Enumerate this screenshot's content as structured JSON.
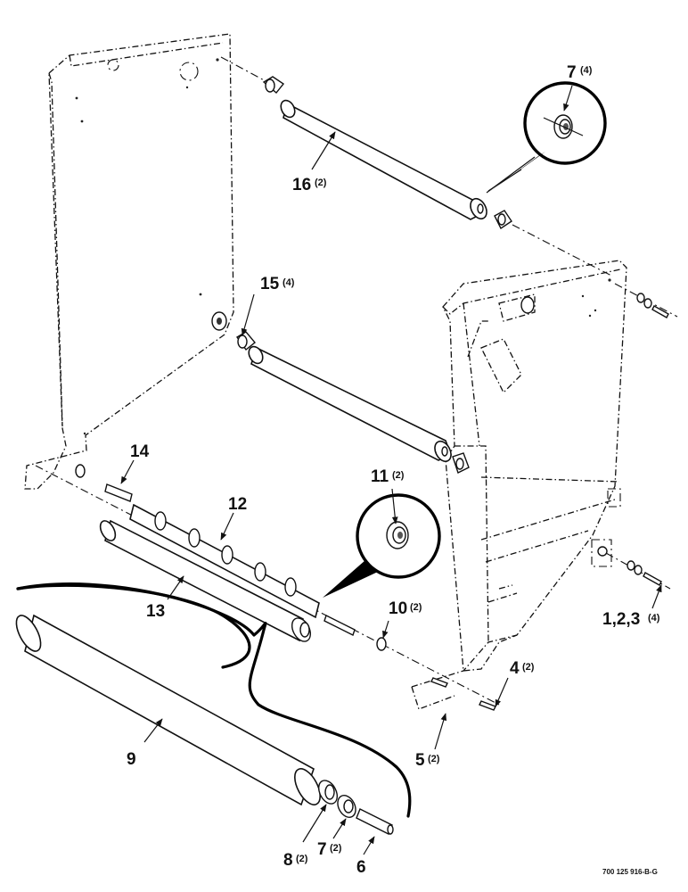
{
  "callouts": {
    "c7a": {
      "num": "7",
      "qty": "(4)"
    },
    "c16": {
      "num": "16",
      "qty": "(2)"
    },
    "c15": {
      "num": "15",
      "qty": "(4)"
    },
    "c14": {
      "num": "14",
      "qty": ""
    },
    "c12": {
      "num": "12",
      "qty": ""
    },
    "c11": {
      "num": "11",
      "qty": "(2)"
    },
    "c13": {
      "num": "13",
      "qty": ""
    },
    "c10": {
      "num": "10",
      "qty": "(2)"
    },
    "c123": {
      "num": "1,2,3",
      "qty": "(4)"
    },
    "c4": {
      "num": "4",
      "qty": "(2)"
    },
    "c5": {
      "num": "5",
      "qty": "(2)"
    },
    "c9": {
      "num": "9",
      "qty": ""
    },
    "c8": {
      "num": "8",
      "qty": "(2)"
    },
    "c7b": {
      "num": "7",
      "qty": "(2)"
    },
    "c6": {
      "num": "6",
      "qty": ""
    }
  },
  "figure_id": "700 125 916-B-G",
  "icons": {
    "arrowhead": "filled-arrowhead",
    "bearing": "flanged-bearing",
    "detail_circle": "magnified-detail-circle"
  }
}
